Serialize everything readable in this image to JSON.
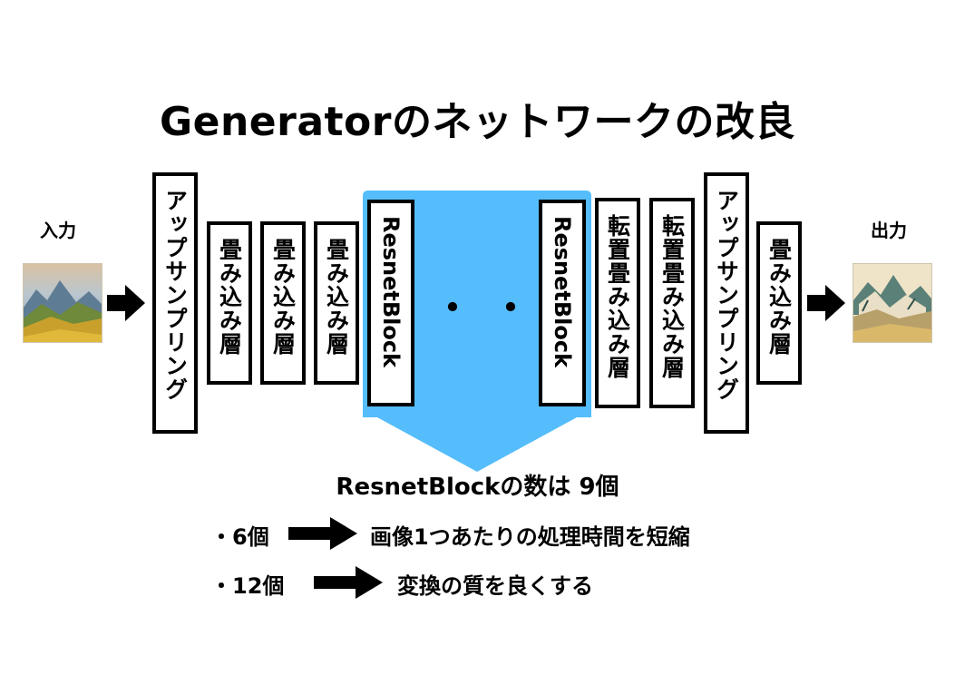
{
  "title": "Generatorのネットワークの改良",
  "input_label": "入力",
  "output_label": "出力",
  "blocks": {
    "up1": "アップサンプリング",
    "conv1": "畳み込み層",
    "conv2": "畳み込み層",
    "conv3": "畳み込み層",
    "res_first": "ResnetBlock",
    "ellipsis": "・・・",
    "res_last": "ResnetBlock",
    "tconv1": "転置畳み込み層",
    "tconv2": "転置畳み込み層",
    "up2": "アップサンプリング",
    "conv_out": "畳み込み層"
  },
  "note": {
    "heading": "ResnetBlockの数は 9個",
    "items": [
      {
        "count": "・6個",
        "effect": "画像1つあたりの処理時間を短縮"
      },
      {
        "count": "・12個",
        "effect": "変換の質を良くする"
      }
    ]
  },
  "colors": {
    "highlight": "#55bdfb",
    "ink": "#000000"
  }
}
